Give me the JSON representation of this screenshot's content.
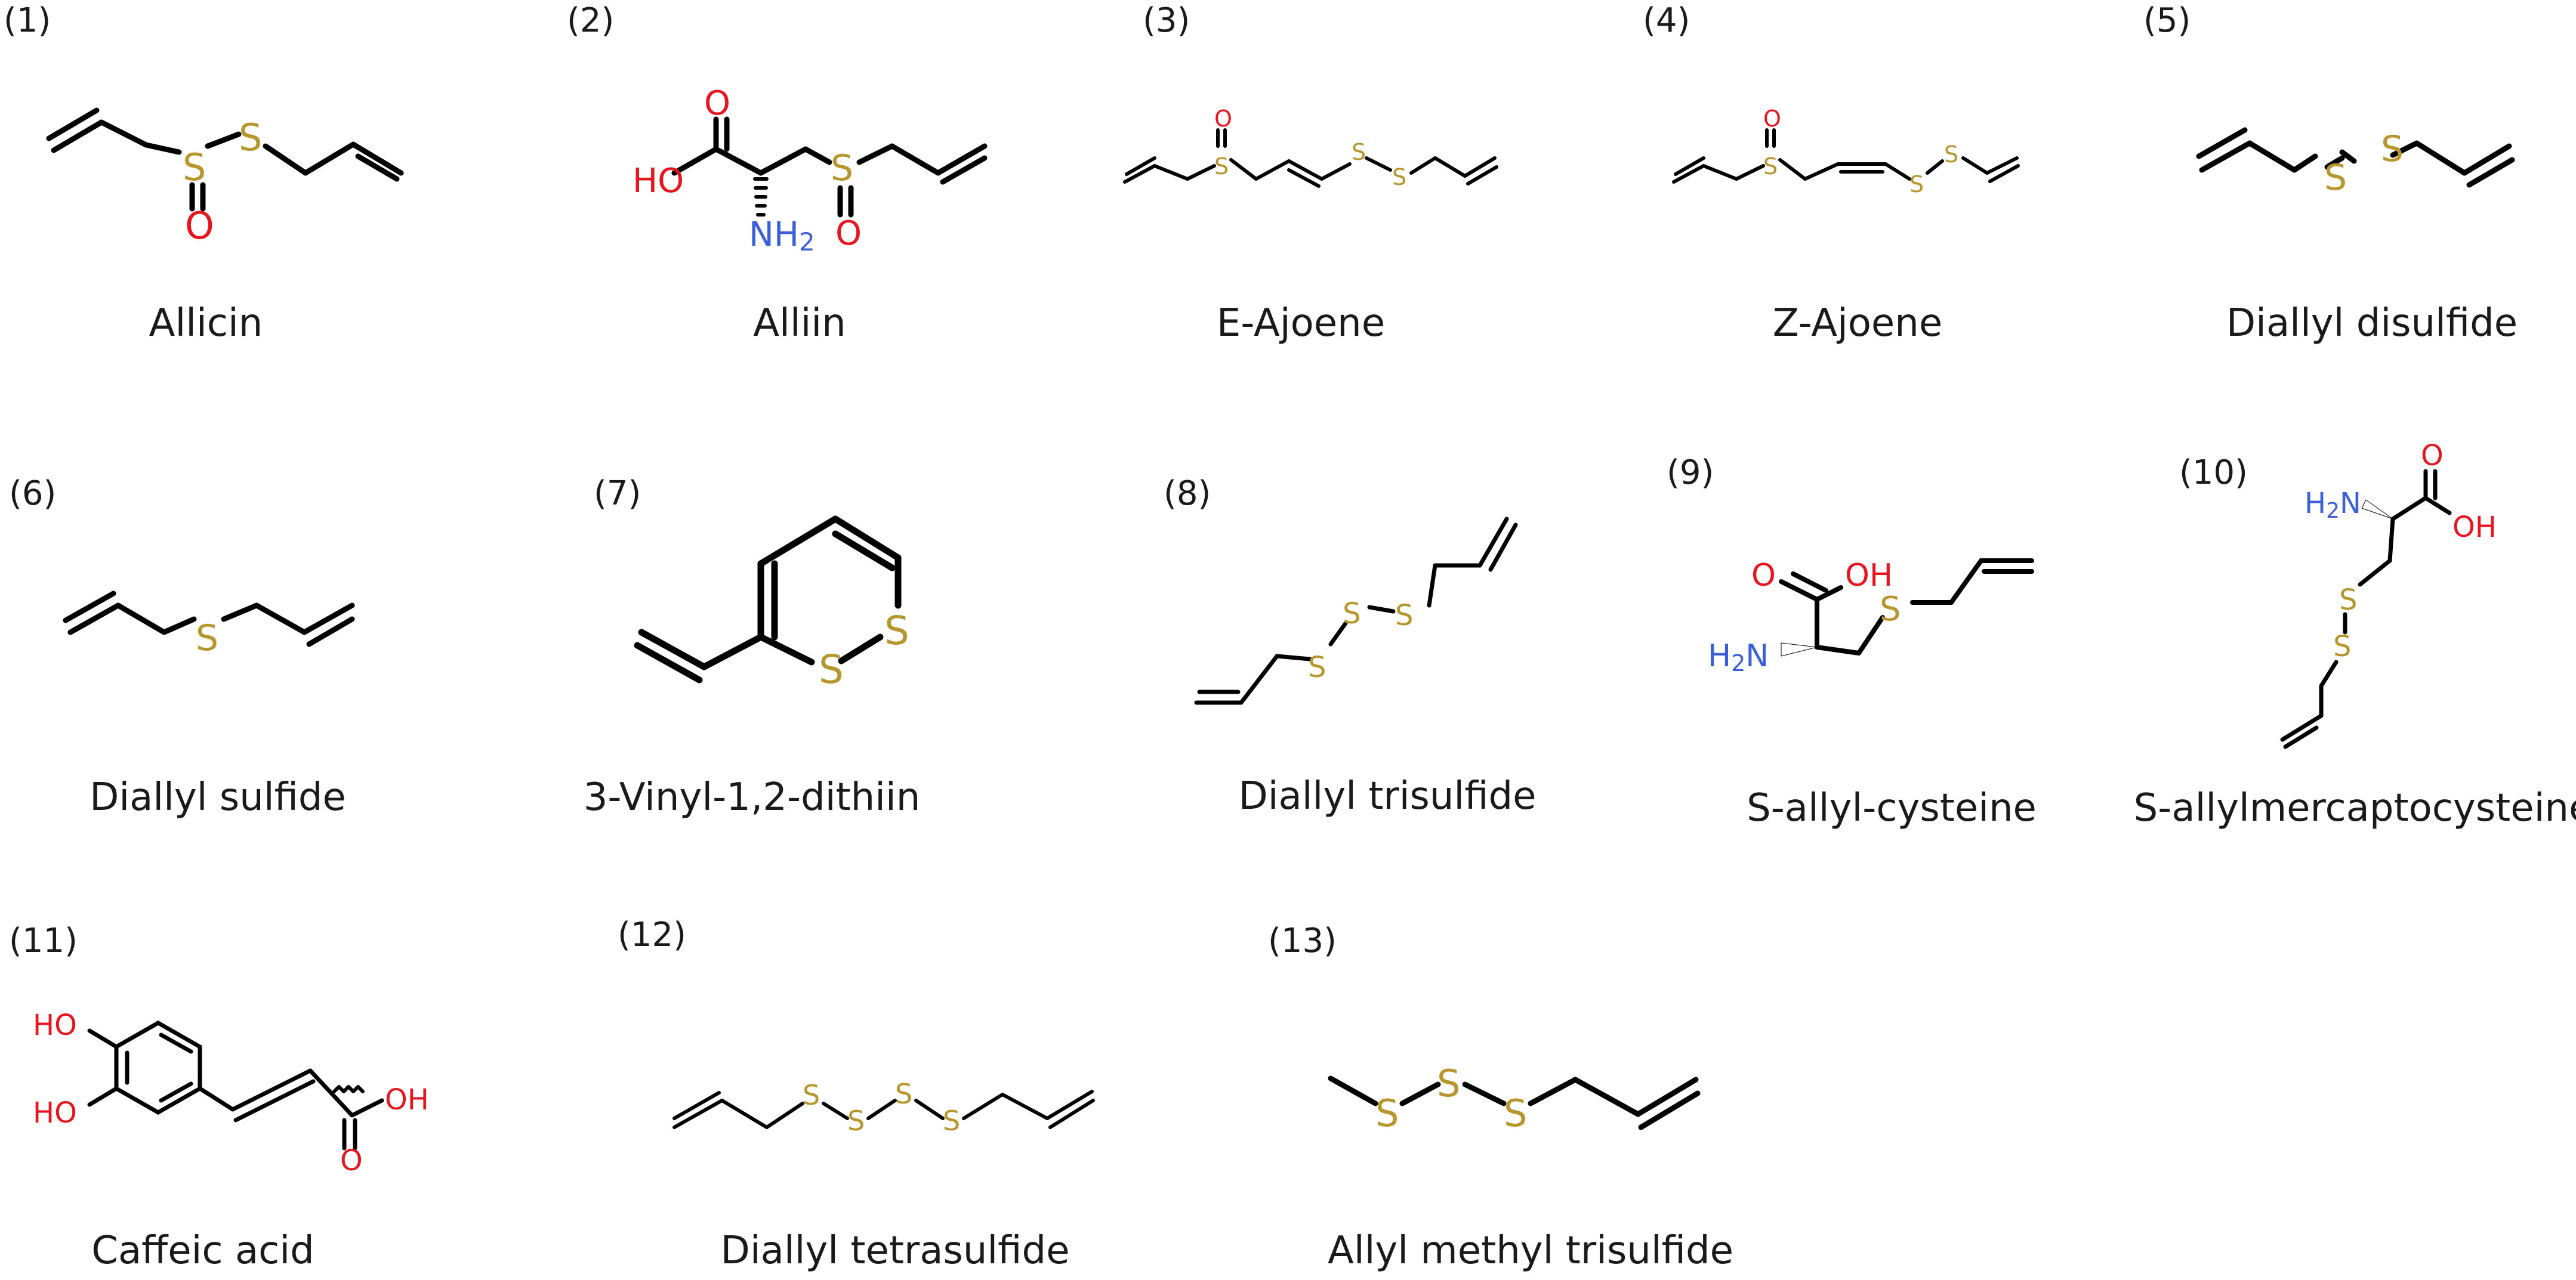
{
  "colors": {
    "sulfur": "#b8962e",
    "oxygen": "#e8141e",
    "nitrogen": "#3a5fd9",
    "bond": "#000000",
    "text": "#1a1a1a"
  },
  "compounds": [
    {
      "number": "(1)",
      "name": "Allicin"
    },
    {
      "number": "(2)",
      "name": "Alliin"
    },
    {
      "number": "(3)",
      "name": "E-Ajoene"
    },
    {
      "number": "(4)",
      "name": "Z-Ajoene"
    },
    {
      "number": "(5)",
      "name": "Diallyl disulfide"
    },
    {
      "number": "(6)",
      "name": "Diallyl sulfide"
    },
    {
      "number": "(7)",
      "name": "3-Vinyl-1,2-dithiin"
    },
    {
      "number": "(8)",
      "name": "Diallyl trisulfide"
    },
    {
      "number": "(9)",
      "name": "S-allyl-cysteine"
    },
    {
      "number": "(10)",
      "name": "S-allylmercaptocysteine"
    },
    {
      "number": "(11)",
      "name": "Caffeic acid"
    },
    {
      "number": "(12)",
      "name": "Diallyl tetrasulfide"
    },
    {
      "number": "(13)",
      "name": "Allyl methyl trisulfide"
    }
  ],
  "atoms": {
    "S": "S",
    "O": "O",
    "OH": "OH",
    "HO": "HO",
    "NH2": "NH",
    "sub2": "2",
    "H2N": "H",
    "N": "N"
  }
}
